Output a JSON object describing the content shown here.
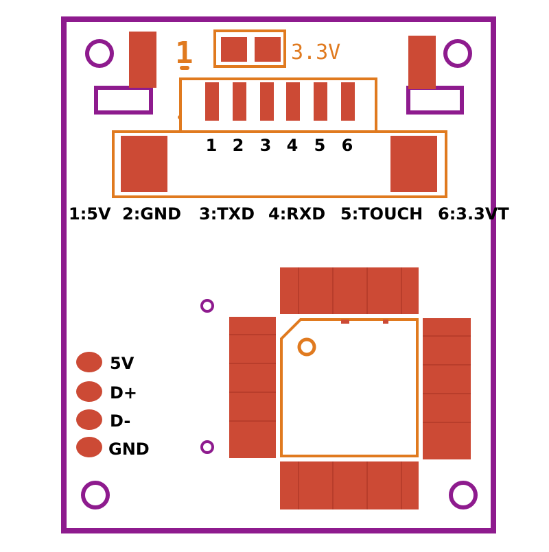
{
  "colors": {
    "outline": "#8e1b8e",
    "pad": "#cc4a35",
    "silkscreen": "#e07a1f",
    "text": "#000000",
    "background": "#ffffff"
  },
  "silkscreen": {
    "pin1_marker": "1",
    "jumper_label": "3.3V"
  },
  "connector": {
    "pin_numbers": [
      "1",
      "2",
      "3",
      "4",
      "5",
      "6"
    ],
    "pin_functions": [
      "1:5V",
      "2:GND",
      "3:TXD",
      "4:RXD",
      "5:TOUCH",
      "6:3.3VT"
    ]
  },
  "usb_pads": [
    "5V",
    "D+",
    "D-",
    "GND"
  ]
}
